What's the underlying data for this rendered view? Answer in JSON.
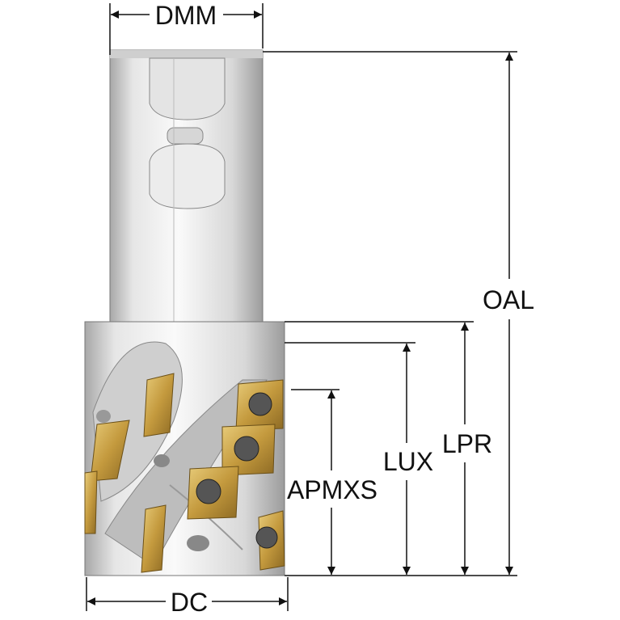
{
  "dimensions": {
    "dmm": "DMM",
    "oal": "OAL",
    "lpr": "LPR",
    "lux": "LUX",
    "apmxs": "APMXS",
    "dc": "DC"
  },
  "colors": {
    "steel_light": "#f2f2f2",
    "steel_dark": "#9a9a9a",
    "insert_gold": "#c9a24a",
    "line": "#111111"
  }
}
